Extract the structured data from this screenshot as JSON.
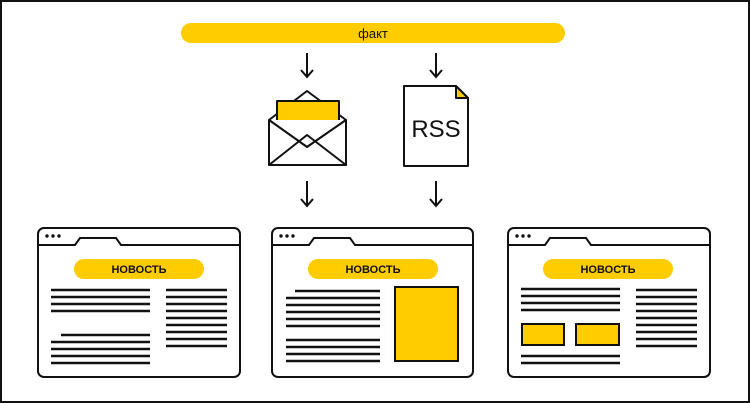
{
  "diagram": {
    "fact_label": "факт",
    "rss_label": "RSS",
    "news_label": "НОВОСТЬ",
    "colors": {
      "accent": "#FFCC00",
      "stroke": "#111111",
      "background": "#FFFFFF"
    }
  }
}
